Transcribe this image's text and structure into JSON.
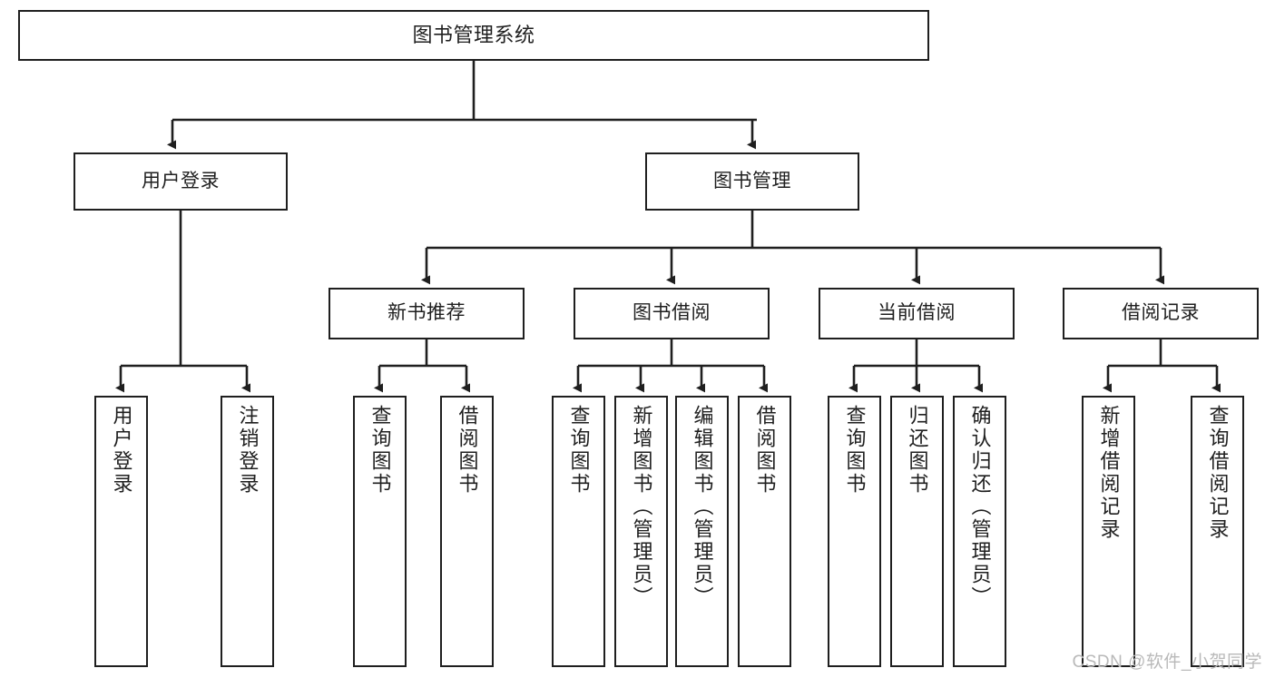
{
  "diagram": {
    "type": "tree",
    "title": "图书管理系统",
    "watermark": "CSDN @软件_小贺同学",
    "colors": {
      "node_border": "#1f1f1f",
      "node_fill": "#ffffff",
      "edge": "#1f1f1f",
      "watermark": "#b9b9b9",
      "background": "#ffffff"
    },
    "nodes": {
      "root": {
        "label": "图书管理系统"
      },
      "level2": [
        {
          "id": "user-login",
          "label": "用户登录"
        },
        {
          "id": "book-management",
          "label": "图书管理"
        }
      ],
      "level3": [
        {
          "id": "new-book-recommend",
          "label": "新书推荐"
        },
        {
          "id": "book-borrow",
          "label": "图书借阅"
        },
        {
          "id": "current-borrow",
          "label": "当前借阅"
        },
        {
          "id": "borrow-record",
          "label": "借阅记录"
        }
      ],
      "leaves": {
        "user_login": [
          {
            "id": "leaf-user-login",
            "label": "用户登录"
          },
          {
            "id": "leaf-logout-login",
            "label": "注销登录"
          }
        ],
        "new_book_recommend": [
          {
            "id": "leaf-query-book-1",
            "label": "查询图书"
          },
          {
            "id": "leaf-borrow-book-1",
            "label": "借阅图书"
          }
        ],
        "book_borrow": [
          {
            "id": "leaf-query-book-2",
            "label": "查询图书"
          },
          {
            "id": "leaf-add-book-admin",
            "label": "新增图书（管理员）"
          },
          {
            "id": "leaf-edit-book-admin",
            "label": "编辑图书（管理员）"
          },
          {
            "id": "leaf-borrow-book-2",
            "label": "借阅图书"
          }
        ],
        "current_borrow": [
          {
            "id": "leaf-query-book-3",
            "label": "查询图书"
          },
          {
            "id": "leaf-return-book",
            "label": "归还图书"
          },
          {
            "id": "leaf-confirm-return-admin",
            "label": "确认归还（管理员）"
          }
        ],
        "borrow_record": [
          {
            "id": "leaf-add-borrow-record",
            "label": "新增借阅记录"
          },
          {
            "id": "leaf-query-borrow-record",
            "label": "查询借阅记录"
          }
        ]
      }
    }
  }
}
